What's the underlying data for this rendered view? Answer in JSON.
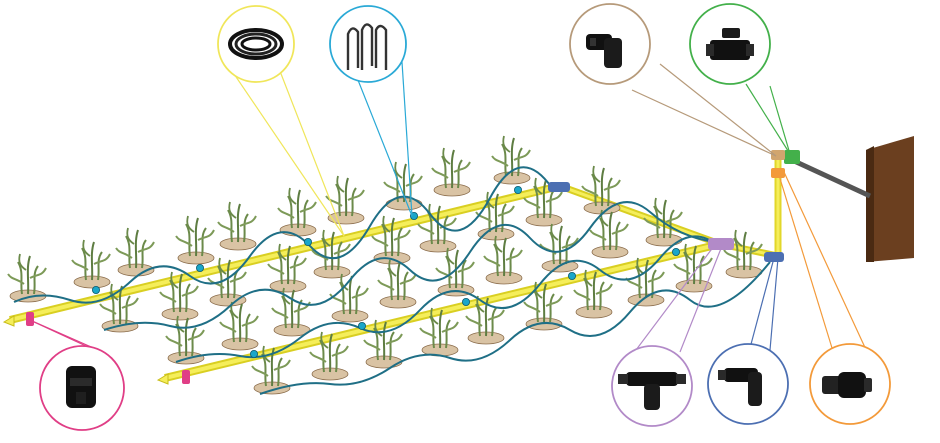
{
  "diagram": {
    "type": "drip-irrigation-layout",
    "labels_present": false
  },
  "colors": {
    "background": "#ffffff",
    "main_pipe": "#f2ea3a",
    "drip_line": "#1f6f86",
    "emitter_blue": "#1aa6c9",
    "soil": "#d9c3a4",
    "plant": "#6b8a4a",
    "wall": "#6b3f1f",
    "callout_yellow": "#f0e65a",
    "callout_cyan": "#2aa9d6",
    "callout_tan": "#b69a7a",
    "callout_green": "#43b04a",
    "callout_purple": "#b28ac8",
    "callout_blue": "#4c6fb2",
    "callout_orange": "#f39a3a",
    "callout_magenta": "#e03e86"
  },
  "callouts": [
    {
      "id": "drip-tubing-coil",
      "icon": "tubing-coil-icon",
      "color": "callout_yellow"
    },
    {
      "id": "stakes",
      "icon": "stake-icon",
      "color": "callout_cyan"
    },
    {
      "id": "elbow-fitting",
      "icon": "elbow-fitting-icon",
      "color": "callout_tan"
    },
    {
      "id": "ball-valve",
      "icon": "ball-valve-icon",
      "color": "callout_green"
    },
    {
      "id": "tee-fitting",
      "icon": "tee-fitting-icon",
      "color": "callout_purple"
    },
    {
      "id": "elbow-connector",
      "icon": "elbow-connector-icon",
      "color": "callout_blue"
    },
    {
      "id": "tap-connector",
      "icon": "tap-connector-icon",
      "color": "callout_orange"
    },
    {
      "id": "end-plug",
      "icon": "end-plug-icon",
      "color": "callout_magenta"
    }
  ]
}
